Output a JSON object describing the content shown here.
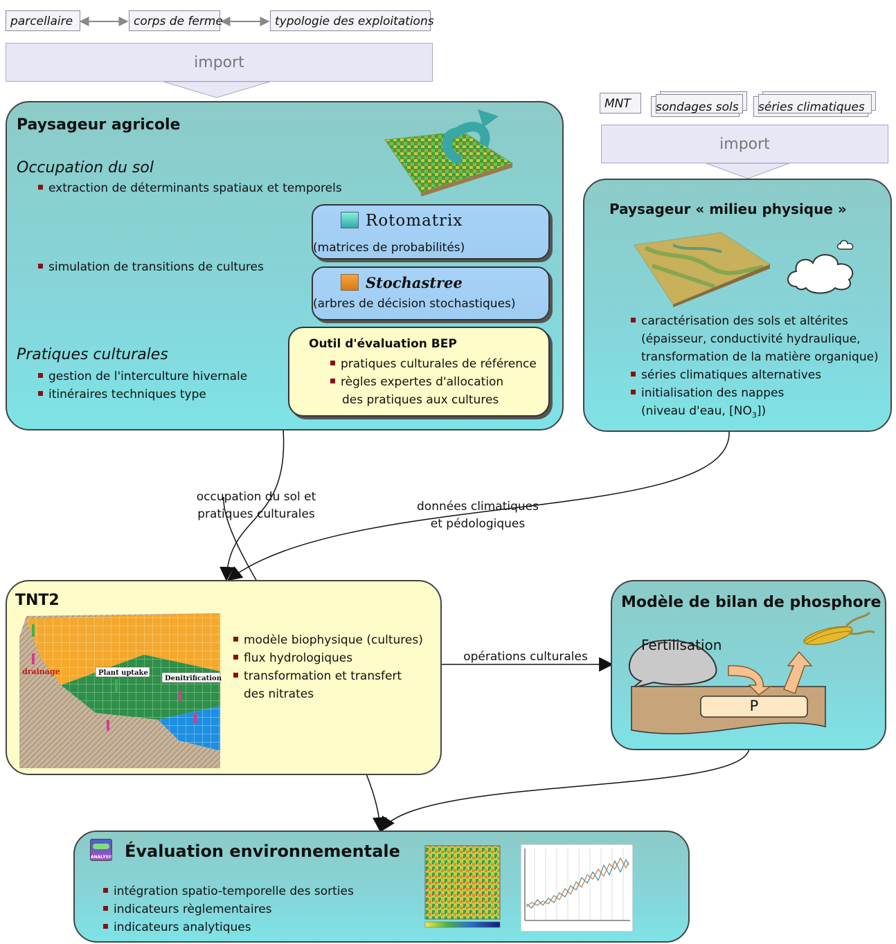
{
  "top_inputs": {
    "doc1": "parcellaire",
    "doc2": "corps de ferme",
    "doc3": "typologie des exploitations",
    "import_label": "import"
  },
  "right_inputs": {
    "doc1": "MNT",
    "doc2": "sondages sols",
    "doc3": "séries climatiques",
    "import_label": "import"
  },
  "agri": {
    "title": "Paysageur agricole",
    "occupation_heading": "Occupation du sol",
    "bullet_extraction": "extraction de déterminants spatiaux et temporels",
    "bullet_simulation": "simulation de transitions de cultures",
    "rotomatrix": {
      "name": "Rotomatrix",
      "desc": "(matrices de probabilités)",
      "icon_label": "Rotomatrix"
    },
    "stochastree": {
      "name": "Stochastree",
      "desc": "(arbres de décision stochastiques)",
      "icon_label": "Stochastree"
    },
    "pratiques_heading": "Pratiques culturales",
    "bullet_interculture": "gestion de l'interculture hivernale",
    "bullet_itineraires": "itinéraires techniques type",
    "bep": {
      "title": "Outil d'évaluation BEP",
      "item1": "pratiques culturales de référence",
      "item2_line1": "règles expertes d'allocation",
      "item2_line2": "des pratiques aux cultures"
    }
  },
  "physique": {
    "title": "Paysageur «  milieu physique  »",
    "b1_line1": "caractérisation des sols et altérites",
    "b1_line2": "(épaisseur, conductivité hydraulique,",
    "b1_line3": "transformation de la matière organique)",
    "b2": "séries climatiques alternatives",
    "b3_line1": "initialisation des nappes",
    "b3_line2_pre": "(niveau d'eau, [NO",
    "b3_sub": "3",
    "b3_line2_post": "])"
  },
  "edges": {
    "occupation_line1": "occupation du sol et",
    "occupation_line2": "pratiques culturales",
    "climat_line1": "données climatiques",
    "climat_line2": "et pédologiques",
    "operations": "opérations culturales"
  },
  "tnt2": {
    "title": "TNT2",
    "b1": "modèle biophysique (cultures)",
    "b2": "flux hydrologiques",
    "b3_line1": "transformation et transfert",
    "b3_line2": "des nitrates",
    "img_drainage": "drainage",
    "img_uptake": "Plant uptake",
    "img_denit": "Denitrification"
  },
  "phosphore": {
    "title": "Modèle de bilan de phosphore",
    "fertilisation": "Fertilisation",
    "p_label": "P"
  },
  "evaluation": {
    "title": "Évaluation environnementale",
    "icon_label": "ANALYSIS",
    "b1": "intégration spatio-temporelle des sorties",
    "b2": "indicateurs règlementaires",
    "b3": "indicateurs analytiques"
  },
  "colors": {
    "panel_teal": "#86d4d8",
    "panel_yellow": "#fefcc8",
    "subbox_blue": "#a8d2f7",
    "bullet": "#8b0f12",
    "import_bar": "#e7e7f6"
  }
}
